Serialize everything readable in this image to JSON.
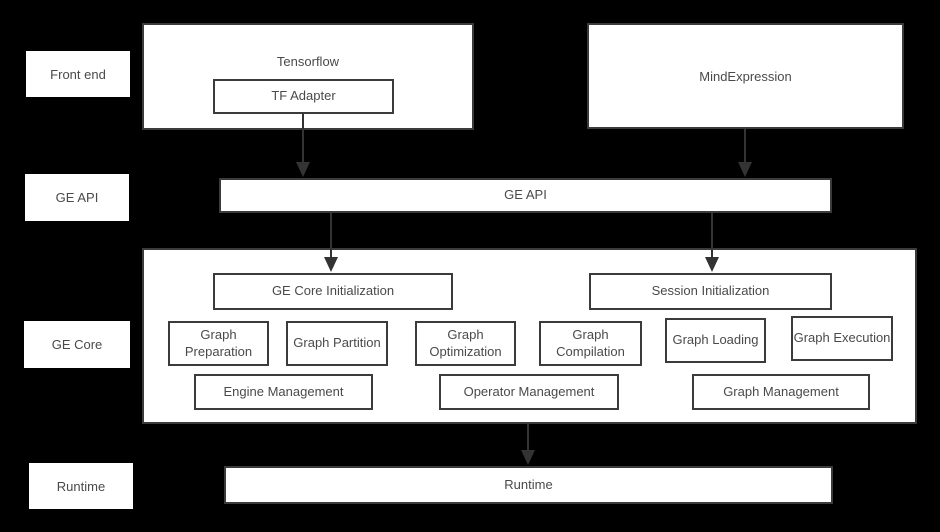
{
  "colors": {
    "background": "#000000",
    "box_fill": "#ffffff",
    "box_border": "#3b3b3b",
    "text": "#4a4a4a",
    "arrow": "#333333"
  },
  "row_labels": {
    "front_end": "Front end",
    "ge_api": "GE API",
    "ge_core": "GE Core",
    "runtime": "Runtime"
  },
  "front_end": {
    "tensorflow": "Tensorflow",
    "tf_adapter": "TF Adapter",
    "mindexpression": "MindExpression"
  },
  "ge_api": {
    "label": "GE API"
  },
  "ge_core": {
    "ge_core_initialization": "GE Core Initialization",
    "session_initialization": "Session Initialization",
    "graph_preparation": "Graph Preparation",
    "graph_partition": "Graph Partition",
    "graph_optimization": "Graph Optimization",
    "graph_compilation": "Graph Compilation",
    "graph_loading": "Graph Loading",
    "graph_execution": "Graph Execution",
    "engine_management": "Engine Management",
    "operator_management": "Operator Management",
    "graph_management": "Graph Management"
  },
  "runtime": {
    "label": "Runtime"
  }
}
